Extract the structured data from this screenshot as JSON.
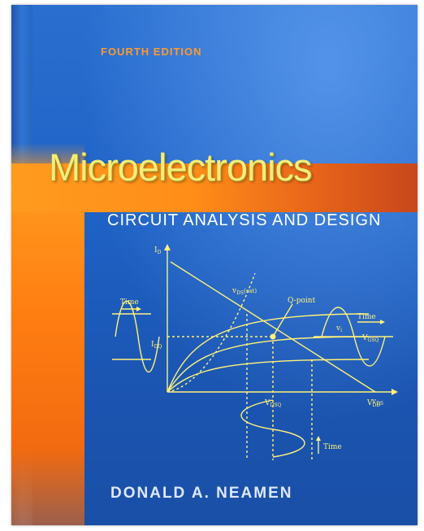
{
  "cover": {
    "edition": "FOURTH EDITION",
    "title": "Microelectronics",
    "subtitle": "CIRCUIT ANALYSIS AND DESIGN",
    "author": "DONALD A. NEAMEN"
  },
  "diagram": {
    "axis_y_label": "I",
    "axis_y_sub": "D",
    "axis_x_label": "v",
    "axis_x_sub": "DS",
    "vds_sat_label": "v",
    "vds_sat_sub": "DS",
    "vds_sat_paren": "(sat)",
    "qpoint_label": "Q-point",
    "idq_label": "I",
    "idq_sub": "DQ",
    "vdsq_label": "V",
    "vdsq_sub": "DSQ",
    "vdd_label": "V",
    "vdd_sub": "DD",
    "vgsq_label": "V",
    "vgsq_sub": "GSQ",
    "vi_label": "v",
    "vi_sub": "i",
    "time_left": "Time",
    "time_right": "Time",
    "time_bottom": "Time"
  },
  "colors": {
    "title_yellow": "#f2ee7a",
    "edition_orange": "#ff9a2a",
    "cover_blue": "#1f62c6",
    "band_orange": "#ff8d18",
    "diagram_line": "#fff27a"
  }
}
